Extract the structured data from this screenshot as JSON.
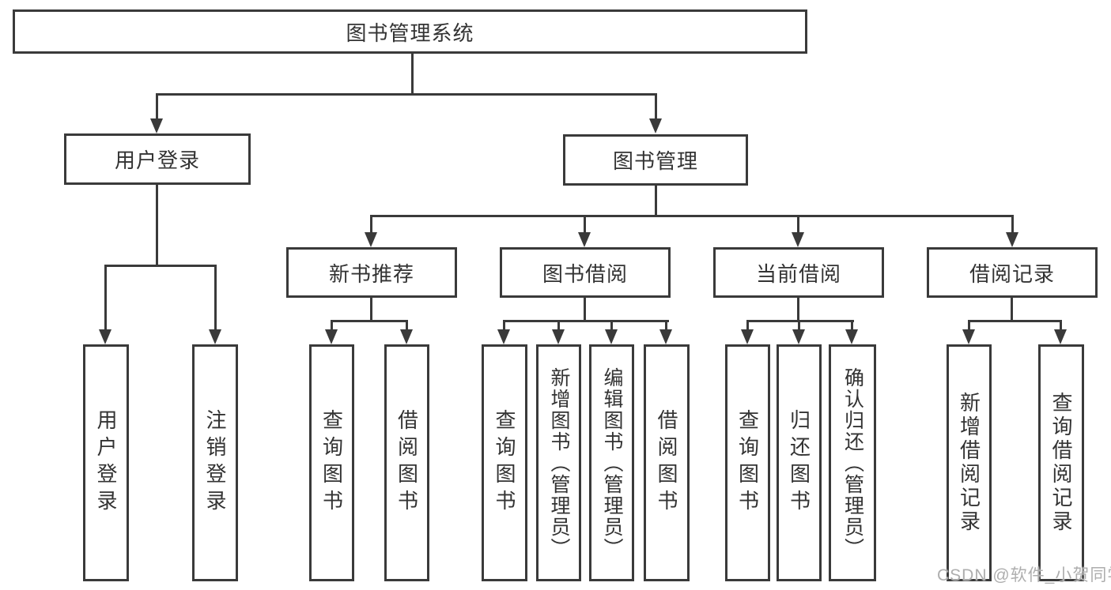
{
  "colors": {
    "line": "#3a3a3a",
    "text": "#333333",
    "box_background": "#ffffff",
    "watermark": "#aeaeae"
  },
  "tree": {
    "root": {
      "label": "图书管理系统"
    },
    "branches": {
      "user_login": {
        "label": "用户登录",
        "children": [
          {
            "label": "用户登录"
          },
          {
            "label": "注销登录"
          }
        ]
      },
      "book_management": {
        "label": "图书管理",
        "sections": [
          {
            "label": "新书推荐",
            "children": [
              {
                "label": "查询图书"
              },
              {
                "label": "借阅图书"
              }
            ]
          },
          {
            "label": "图书借阅",
            "children": [
              {
                "label": "查询图书"
              },
              {
                "label": "新增图书（管理员）"
              },
              {
                "label": "编辑图书（管理员）"
              },
              {
                "label": "借阅图书"
              }
            ]
          },
          {
            "label": "当前借阅",
            "children": [
              {
                "label": "查询图书"
              },
              {
                "label": "归还图书"
              },
              {
                "label": "确认归还（管理员）"
              }
            ]
          },
          {
            "label": "借阅记录",
            "children": [
              {
                "label": "新增借阅记录"
              },
              {
                "label": "查询借阅记录"
              }
            ]
          }
        ]
      }
    }
  },
  "watermark": {
    "text": "CSDN @软件_小贺同学"
  }
}
